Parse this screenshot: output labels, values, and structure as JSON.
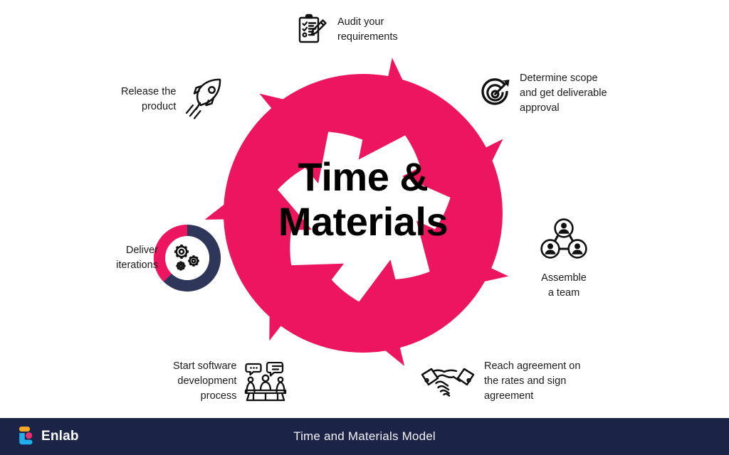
{
  "meta": {
    "colors": {
      "pink": "#ED1460",
      "navy_footer": "#1B2347",
      "navy_ring": "#2E3759",
      "text": "#1C1C1C",
      "white": "#FFFFFF",
      "logo_orange": "#F5A623",
      "logo_pink": "#E8306E",
      "logo_cyan": "#22AEEA"
    }
  },
  "center": {
    "title": "Time &\nMaterials"
  },
  "cycle": {
    "arrow_count": 7,
    "direction": "clockwise",
    "steps": [
      {
        "id": "audit",
        "icon": "clipboard-checklist-pencil-icon",
        "label": "Audit your\nrequirements"
      },
      {
        "id": "scope",
        "icon": "target-arrow-icon",
        "label": "Determine scope\nand get deliverable\napproval"
      },
      {
        "id": "team",
        "icon": "three-people-network-icon",
        "label": "Assemble\na team"
      },
      {
        "id": "agreement",
        "icon": "handshake-icon",
        "label": "Reach agreement on\nthe rates and sign\nagreement"
      },
      {
        "id": "development",
        "icon": "meeting-table-icon",
        "label": "Start software\ndevelopment\nprocess"
      },
      {
        "id": "iterations",
        "icon": "gears-icon",
        "label": "Deliver\niterations"
      },
      {
        "id": "release",
        "icon": "rocket-icon",
        "label": "Release the\nproduct"
      }
    ]
  },
  "footer": {
    "title": "Time and Materials Model",
    "brand": "Enlab",
    "logo_icon": "enlab-logo-icon"
  }
}
